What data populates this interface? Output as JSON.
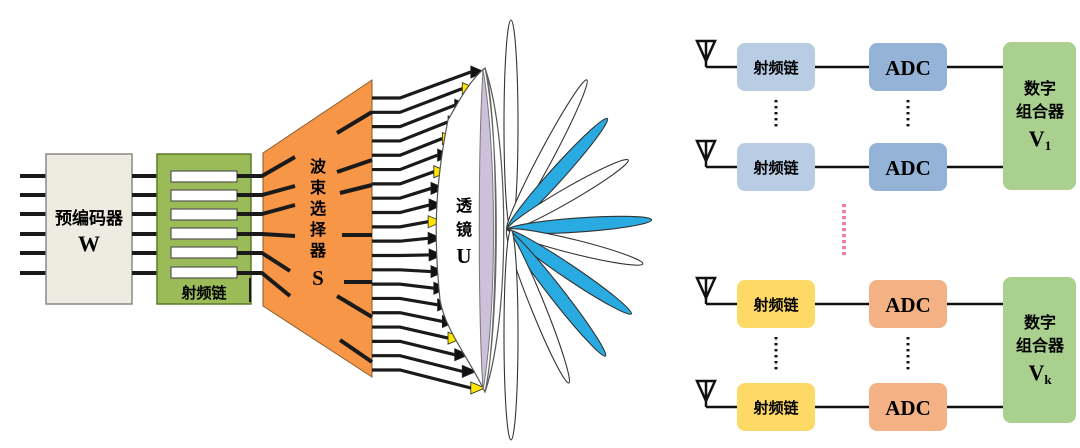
{
  "left_diagram": {
    "precoder": {
      "label": "预编码器",
      "symbol": "W",
      "fill": "#eeece1"
    },
    "rf_chain_block": {
      "label": "射频链",
      "fill": "#9bbb59",
      "chain_count": 6
    },
    "beam_selector": {
      "chars": [
        "波",
        "束",
        "选",
        "择",
        "器"
      ],
      "symbol": "S",
      "fill": "#f79646"
    },
    "lens": {
      "chars": [
        "透",
        "镜"
      ],
      "symbol": "U",
      "fill": "#ccc0da"
    },
    "beams": {
      "highlight_color": "#29abe2",
      "count": 10
    }
  },
  "right_diagram": {
    "groups": [
      {
        "rf_label": "射频链",
        "adc_label": "ADC",
        "combiner_label_line1": "数字",
        "combiner_label_line2": "组合器",
        "combiner_symbol": "V",
        "combiner_subscript": "1",
        "rf_fill": "#b8cce4",
        "adc_fill": "#95b3d7",
        "combiner_fill": "#a9d08e"
      },
      {
        "rf_label": "射频链",
        "adc_label": "ADC",
        "combiner_label_line1": "数字",
        "combiner_label_line2": "组合器",
        "combiner_symbol": "V",
        "combiner_subscript": "k",
        "rf_fill": "#ffd966",
        "adc_fill": "#f4b183",
        "combiner_fill": "#a9d08e"
      }
    ],
    "separator_color": "#f07fa8"
  }
}
